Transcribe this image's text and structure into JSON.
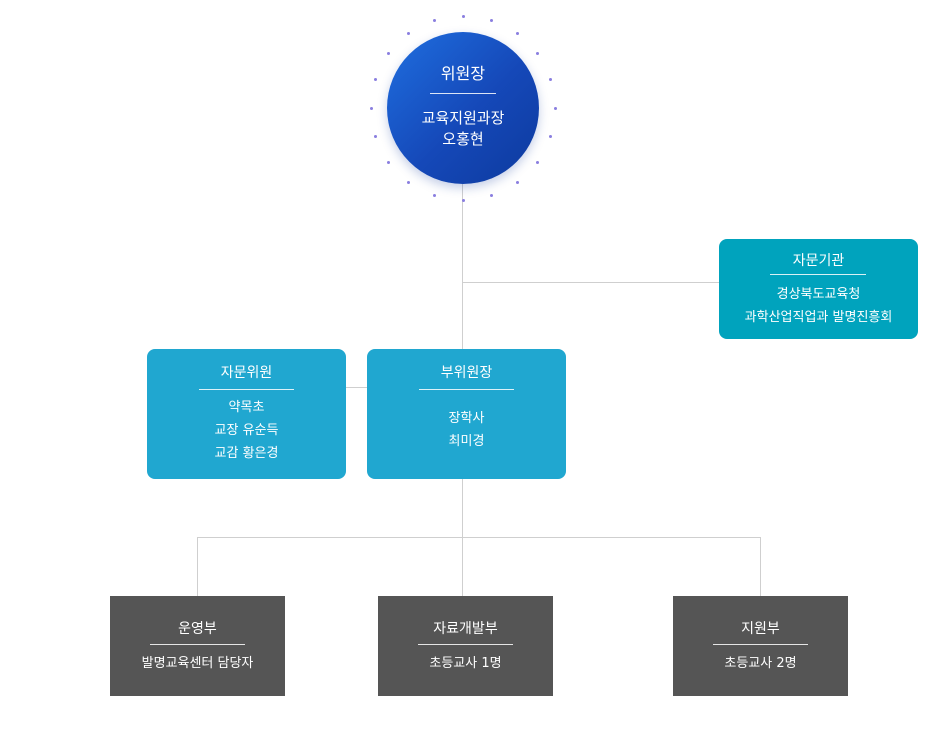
{
  "chair": {
    "title": "위원장",
    "lines": [
      "교육지원과장",
      "오홍현"
    ]
  },
  "advisory_org": {
    "title": "자문기관",
    "lines": [
      "경상북도교육청",
      "과학산업직업과 발명진흥회"
    ]
  },
  "advisory_members": {
    "title": "자문위원",
    "lines": [
      "약목초",
      "교장 유순득",
      "교감 황은경"
    ]
  },
  "vice_chair": {
    "title": "부위원장",
    "lines": [
      "장학사",
      "최미경"
    ]
  },
  "departments": [
    {
      "title": "운영부",
      "detail": "발명교육센터 담당자"
    },
    {
      "title": "자료개발부",
      "detail": "초등교사 1명"
    },
    {
      "title": "지원부",
      "detail": "초등교사 2명"
    }
  ],
  "colors": {
    "chair": "#1548b8",
    "advisory_org": "#00a3bd",
    "vice_boxes": "#20a7d0",
    "departments": "#555555",
    "connector": "#cfcfcf",
    "dots": "#8a7fe0"
  }
}
